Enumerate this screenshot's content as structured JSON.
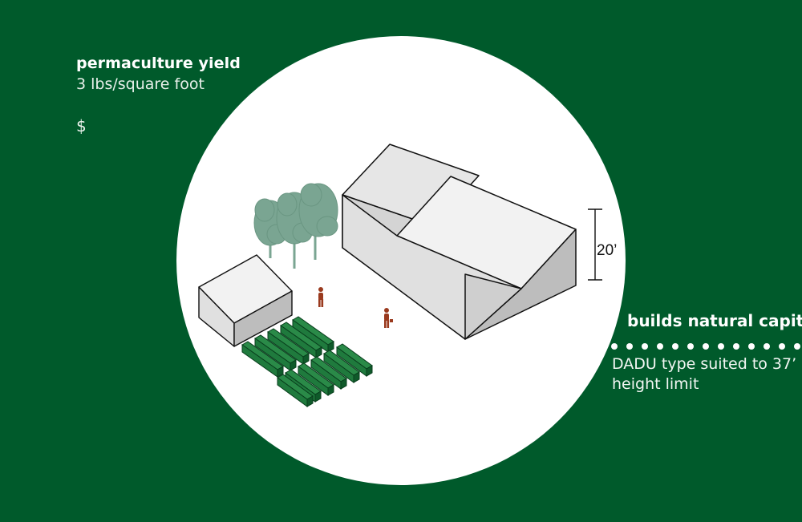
{
  "colors": {
    "background": "#005a2b",
    "circle": "#ffffff",
    "bed_green": "#1f7a3d",
    "bed_dark": "#0f5a2a",
    "tree": "#7aa592",
    "person": "#9a3a1e",
    "roof_light": "#f2f2f2",
    "wall_mid": "#e0e0e0",
    "wall_dark": "#bdbdbd"
  },
  "icons": [
    "tree-icon",
    "person-icon",
    "raised-bed-icon",
    "house-icon",
    "dimension-icon"
  ],
  "left_panel": {
    "title": "permaculture yield",
    "value": "3 lbs/square foot",
    "cost": "$"
  },
  "right_panel": {
    "title": "builds natural capital",
    "description": "DADU type suited to 37’ height limit"
  },
  "dimension": {
    "label": "20’"
  }
}
